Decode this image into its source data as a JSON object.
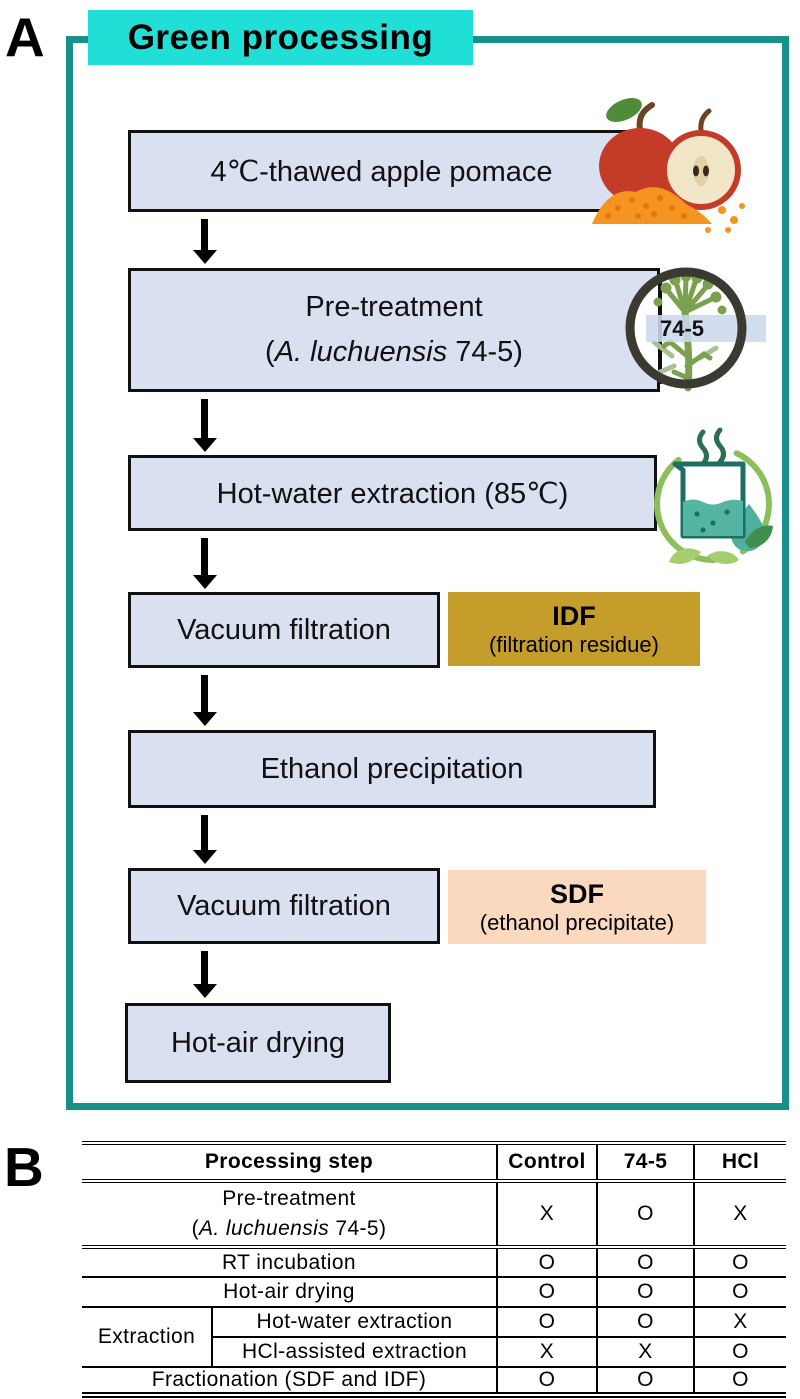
{
  "panel_a": {
    "label": "A",
    "title": "Green processing",
    "steps": [
      {
        "text": "4℃-thawed apple pomace"
      },
      {
        "line1": "Pre-treatment",
        "line2_pre": "(",
        "line2_italic": "A. luchuensis",
        "line2_post": " 74-5)"
      },
      {
        "text": "Hot-water extraction (85℃)"
      },
      {
        "text": "Vacuum filtration"
      },
      {
        "text": "Ethanol precipitation"
      },
      {
        "text": "Vacuum filtration"
      },
      {
        "text": "Hot-air drying"
      }
    ],
    "strain_badge": "74-5",
    "outputs": {
      "idf": {
        "title": "IDF",
        "subtitle": "(filtration residue)"
      },
      "sdf": {
        "title": "SDF",
        "subtitle": "(ethanol precipitate)"
      }
    },
    "icons": [
      {
        "name": "apple-pomace-icon"
      },
      {
        "name": "strain-74-5-icon"
      },
      {
        "name": "hot-water-beaker-icon"
      }
    ]
  },
  "panel_b": {
    "label": "B",
    "table": {
      "headers": {
        "step": "Processing step",
        "control": "Control",
        "s745": "74-5",
        "hcl": "HCl"
      },
      "rows": {
        "pretreatment": {
          "line1": "Pre-treatment",
          "line2_pre": "(",
          "line2_italic": "A. luchuensis",
          "line2_post": " 74-5)",
          "control": "X",
          "s745": "O",
          "hcl": "X"
        },
        "rt_incubation": {
          "step": "RT incubation",
          "control": "O",
          "s745": "O",
          "hcl": "O"
        },
        "hot_air_drying": {
          "step": "Hot-air drying",
          "control": "O",
          "s745": "O",
          "hcl": "O"
        },
        "extraction_group": "Extraction",
        "hot_water": {
          "step": "Hot-water extraction",
          "control": "O",
          "s745": "O",
          "hcl": "X"
        },
        "hcl_assisted": {
          "step": "HCl-assisted extraction",
          "control": "X",
          "s745": "X",
          "hcl": "O"
        },
        "fractionation": {
          "step": "Fractionation (SDF and IDF)",
          "control": "O",
          "s745": "O",
          "hcl": "O"
        }
      }
    }
  },
  "colors": {
    "frame_teal": "#17918a",
    "title_cyan": "#1fdfd6",
    "flow_box_fill": "#d9e1f1",
    "idf_gold": "#c59d2a",
    "sdf_peach": "#fbd9bf",
    "arrow_black": "#000000"
  }
}
